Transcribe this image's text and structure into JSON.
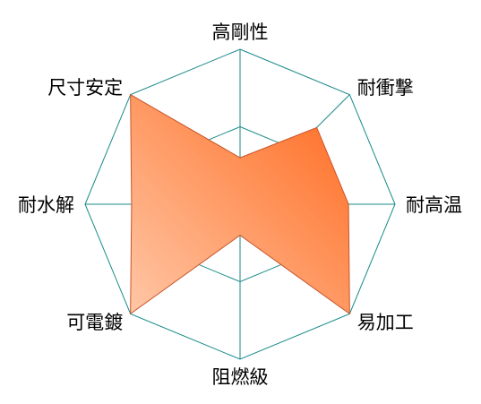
{
  "chart_data": {
    "type": "radar",
    "axes": [
      "高剛性",
      "耐衝撃",
      "耐高温",
      "易加工",
      "阻燃級",
      "可電鍍",
      "耐水解",
      "尺寸安定"
    ],
    "series": [
      {
        "values": [
          0.3,
          0.7,
          0.7,
          1.0,
          0.2,
          1.0,
          0.7,
          1.0
        ]
      }
    ],
    "range": [
      0,
      1
    ],
    "gridlines": [
      0.5,
      1.0
    ],
    "grid": true,
    "legend": "none"
  },
  "colors": {
    "grid": "#1a8a8a",
    "fill_dark": "#ff6a1f",
    "fill_light": "#ffc7a6",
    "outline": "#c8552a"
  }
}
